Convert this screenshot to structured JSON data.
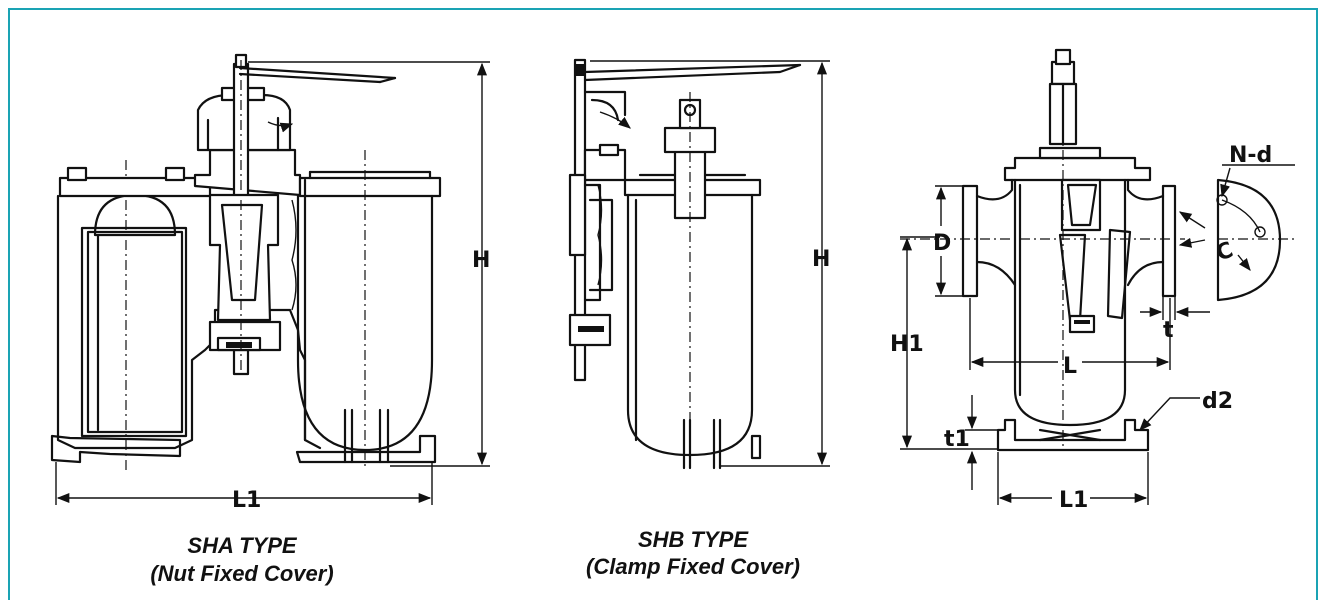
{
  "colors": {
    "border": "#1aa3b4",
    "ink": "#111111",
    "background": "#ffffff"
  },
  "views": {
    "sha": {
      "caption_line1": "SHA TYPE",
      "caption_line2": "(Nut Fixed Cover)",
      "dim_height": "H",
      "dim_length": "L1"
    },
    "shb": {
      "caption_line1": "SHB TYPE",
      "caption_line2": "(Clamp Fixed Cover)",
      "dim_height": "H"
    },
    "section": {
      "dim_nd": "N-d",
      "dim_d": "D",
      "dim_c": "C",
      "dim_h1": "H1",
      "dim_t": "t",
      "dim_l": "L",
      "dim_d2": "d2",
      "dim_t1": "t1",
      "dim_l1": "L1"
    }
  }
}
